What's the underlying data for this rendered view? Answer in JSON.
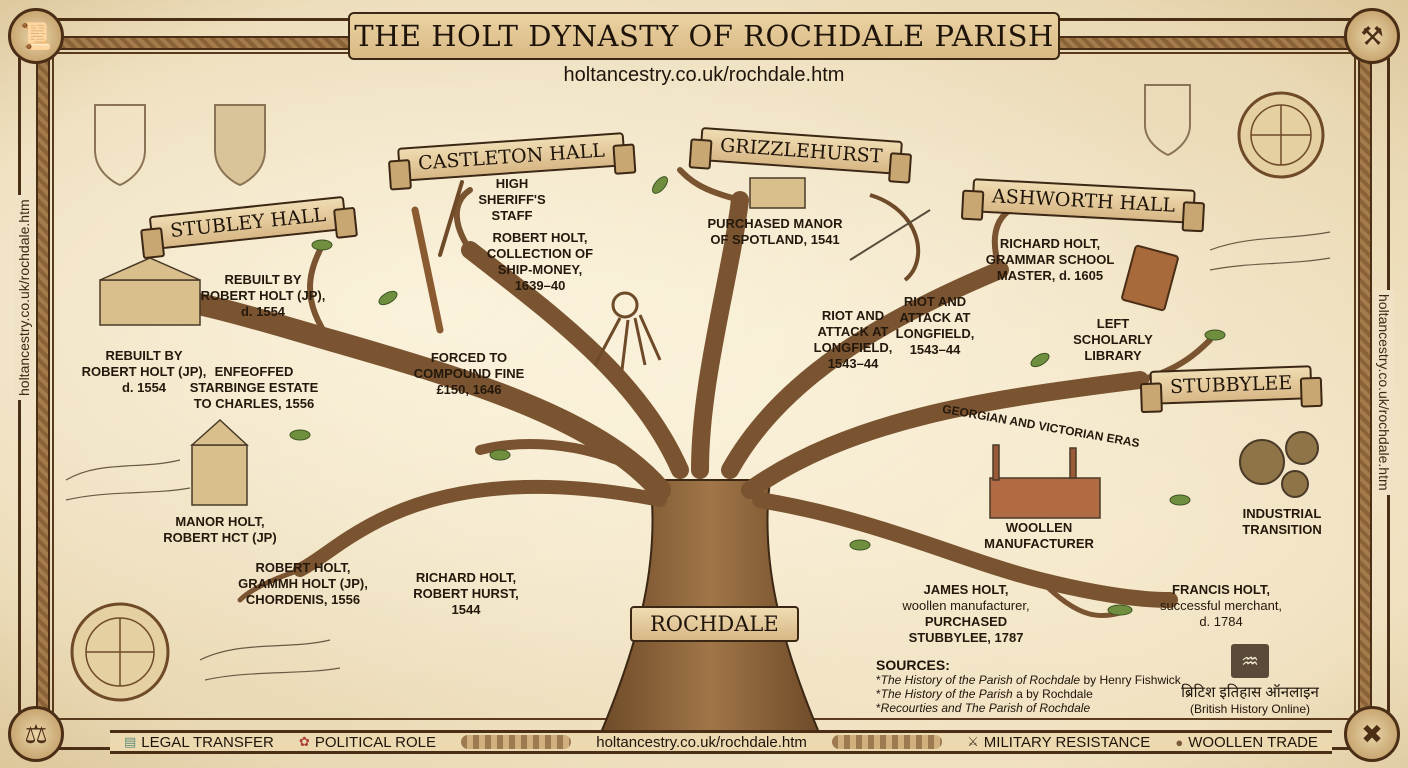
{
  "title": "THE HOLT DYNASTY OF ROCHDALE PARISH",
  "subtitle_url": "holtancestry.co.uk/rochdale.htm",
  "side_url_left": "holtancestry.co.uk/rochdale.htm",
  "side_url_right": "holtancestry.co.uk/rochdale.htm",
  "trunk_label": "ROCHDALE",
  "corners": {
    "top_left": "scroll-icon",
    "top_right": "crossed-hammers-icon",
    "bottom_left": "scales-of-justice-icon",
    "bottom_right": "woollen-bales-icon"
  },
  "branches": {
    "stubley_hall": {
      "name": "STUBLEY HALL",
      "notes": [
        [
          "REBUILT BY",
          "ROBERT HOLT (JP),",
          "d. 1554"
        ],
        [
          "REBUILT BY",
          "ROBERT HOLT (JP),",
          "d. 1554"
        ],
        [
          "ENFEOFFED",
          "STARBINGE ESTATE",
          "TO CHARLES, 1556"
        ],
        [
          "MANOR HOLT,",
          "ROBERT HCT (JP)"
        ],
        [
          "ROBERT HOLT,",
          "GRAMMH HOLT (JP),",
          "CHORDENIS, 1556"
        ],
        [
          "RICHARD HOLT,",
          "ROBERT HURST,",
          "1544"
        ]
      ]
    },
    "castleton_hall": {
      "name": "CASTLETON HALL",
      "notes": [
        [
          "HIGH",
          "SHERIFF'S",
          "STAFF"
        ],
        [
          "ROBERT HOLT,",
          "COLLECTION OF",
          "SHIP-MONEY,",
          "1639–40"
        ],
        [
          "FORCED TO",
          "COMPOUND FINE",
          "£150, 1646"
        ]
      ]
    },
    "grizzlehurst": {
      "name": "GRIZZLEHURST",
      "notes": [
        [
          "PURCHASED MANOR",
          "OF SPOTLAND, 1541"
        ],
        [
          "RIOT AND",
          "ATTACK AT",
          "LONGFIELD,",
          "1543–44"
        ],
        [
          "RIOT AND",
          "ATTACK AT",
          "LONGFIELD,",
          "1543–44"
        ]
      ]
    },
    "ashworth_hall": {
      "name": "ASHWORTH HALL",
      "notes": [
        [
          "RICHARD HOLT,",
          "GRAMMAR SCHOOL",
          "MASTER, d. 1605"
        ],
        [
          "LEFT",
          "SCHOLARLY",
          "LIBRARY"
        ]
      ]
    },
    "stubbylee": {
      "name": "STUBBYLEE",
      "era": "GEORGIAN AND VICTORIAN ERAS",
      "notes": [
        [
          "WOOLLEN",
          "MANUFACTURER"
        ],
        [
          "INDUSTRIAL",
          "TRANSITION"
        ]
      ],
      "james": {
        "name": "JAMES HOLT,",
        "role": "woollen manufacturer,",
        "l3": "PURCHASED",
        "l4": "STUBBYLEE, 1787"
      },
      "francis": {
        "name": "FRANCIS HOLT,",
        "role": "successful merchant,",
        "l3": "d. 1784"
      }
    }
  },
  "sources": {
    "heading": "SOURCES:",
    "items": [
      {
        "title": "The History of the Parish of Rochdale",
        "rest": " by Henry Fishwick"
      },
      {
        "title": "The History of the Parish",
        "rest": " a by Rochdale"
      },
      {
        "title": "Recourties and The Parish of Rochdale",
        "rest": ""
      }
    ]
  },
  "publisher": {
    "hindi": "ब्रिटिश इतिहास ऑनलाइन",
    "english": "(British History Online)"
  },
  "legend": {
    "items": [
      {
        "label": "LEGAL TRANSFER",
        "icon": "document-icon",
        "color": "#5f8f7a"
      },
      {
        "label": "POLITICAL ROLE",
        "icon": "rose-emblem-icon",
        "color": "#a8423a"
      },
      {
        "label": "holtancestry.co.uk/rochdale.htm",
        "icon": "",
        "color": ""
      },
      {
        "label": "MILITARY RESISTANCE",
        "icon": "crossed-swords-icon",
        "color": "#4a3a28"
      },
      {
        "label": "WOOLLEN TRADE",
        "icon": "wool-ball-icon",
        "color": "#7a5a3a"
      }
    ]
  },
  "colors": {
    "parchment": "#efe2c5",
    "ink": "#1e140a",
    "bark": "#8a6238",
    "leaf": "#6f8f3f",
    "frame": "#4a2e16"
  }
}
